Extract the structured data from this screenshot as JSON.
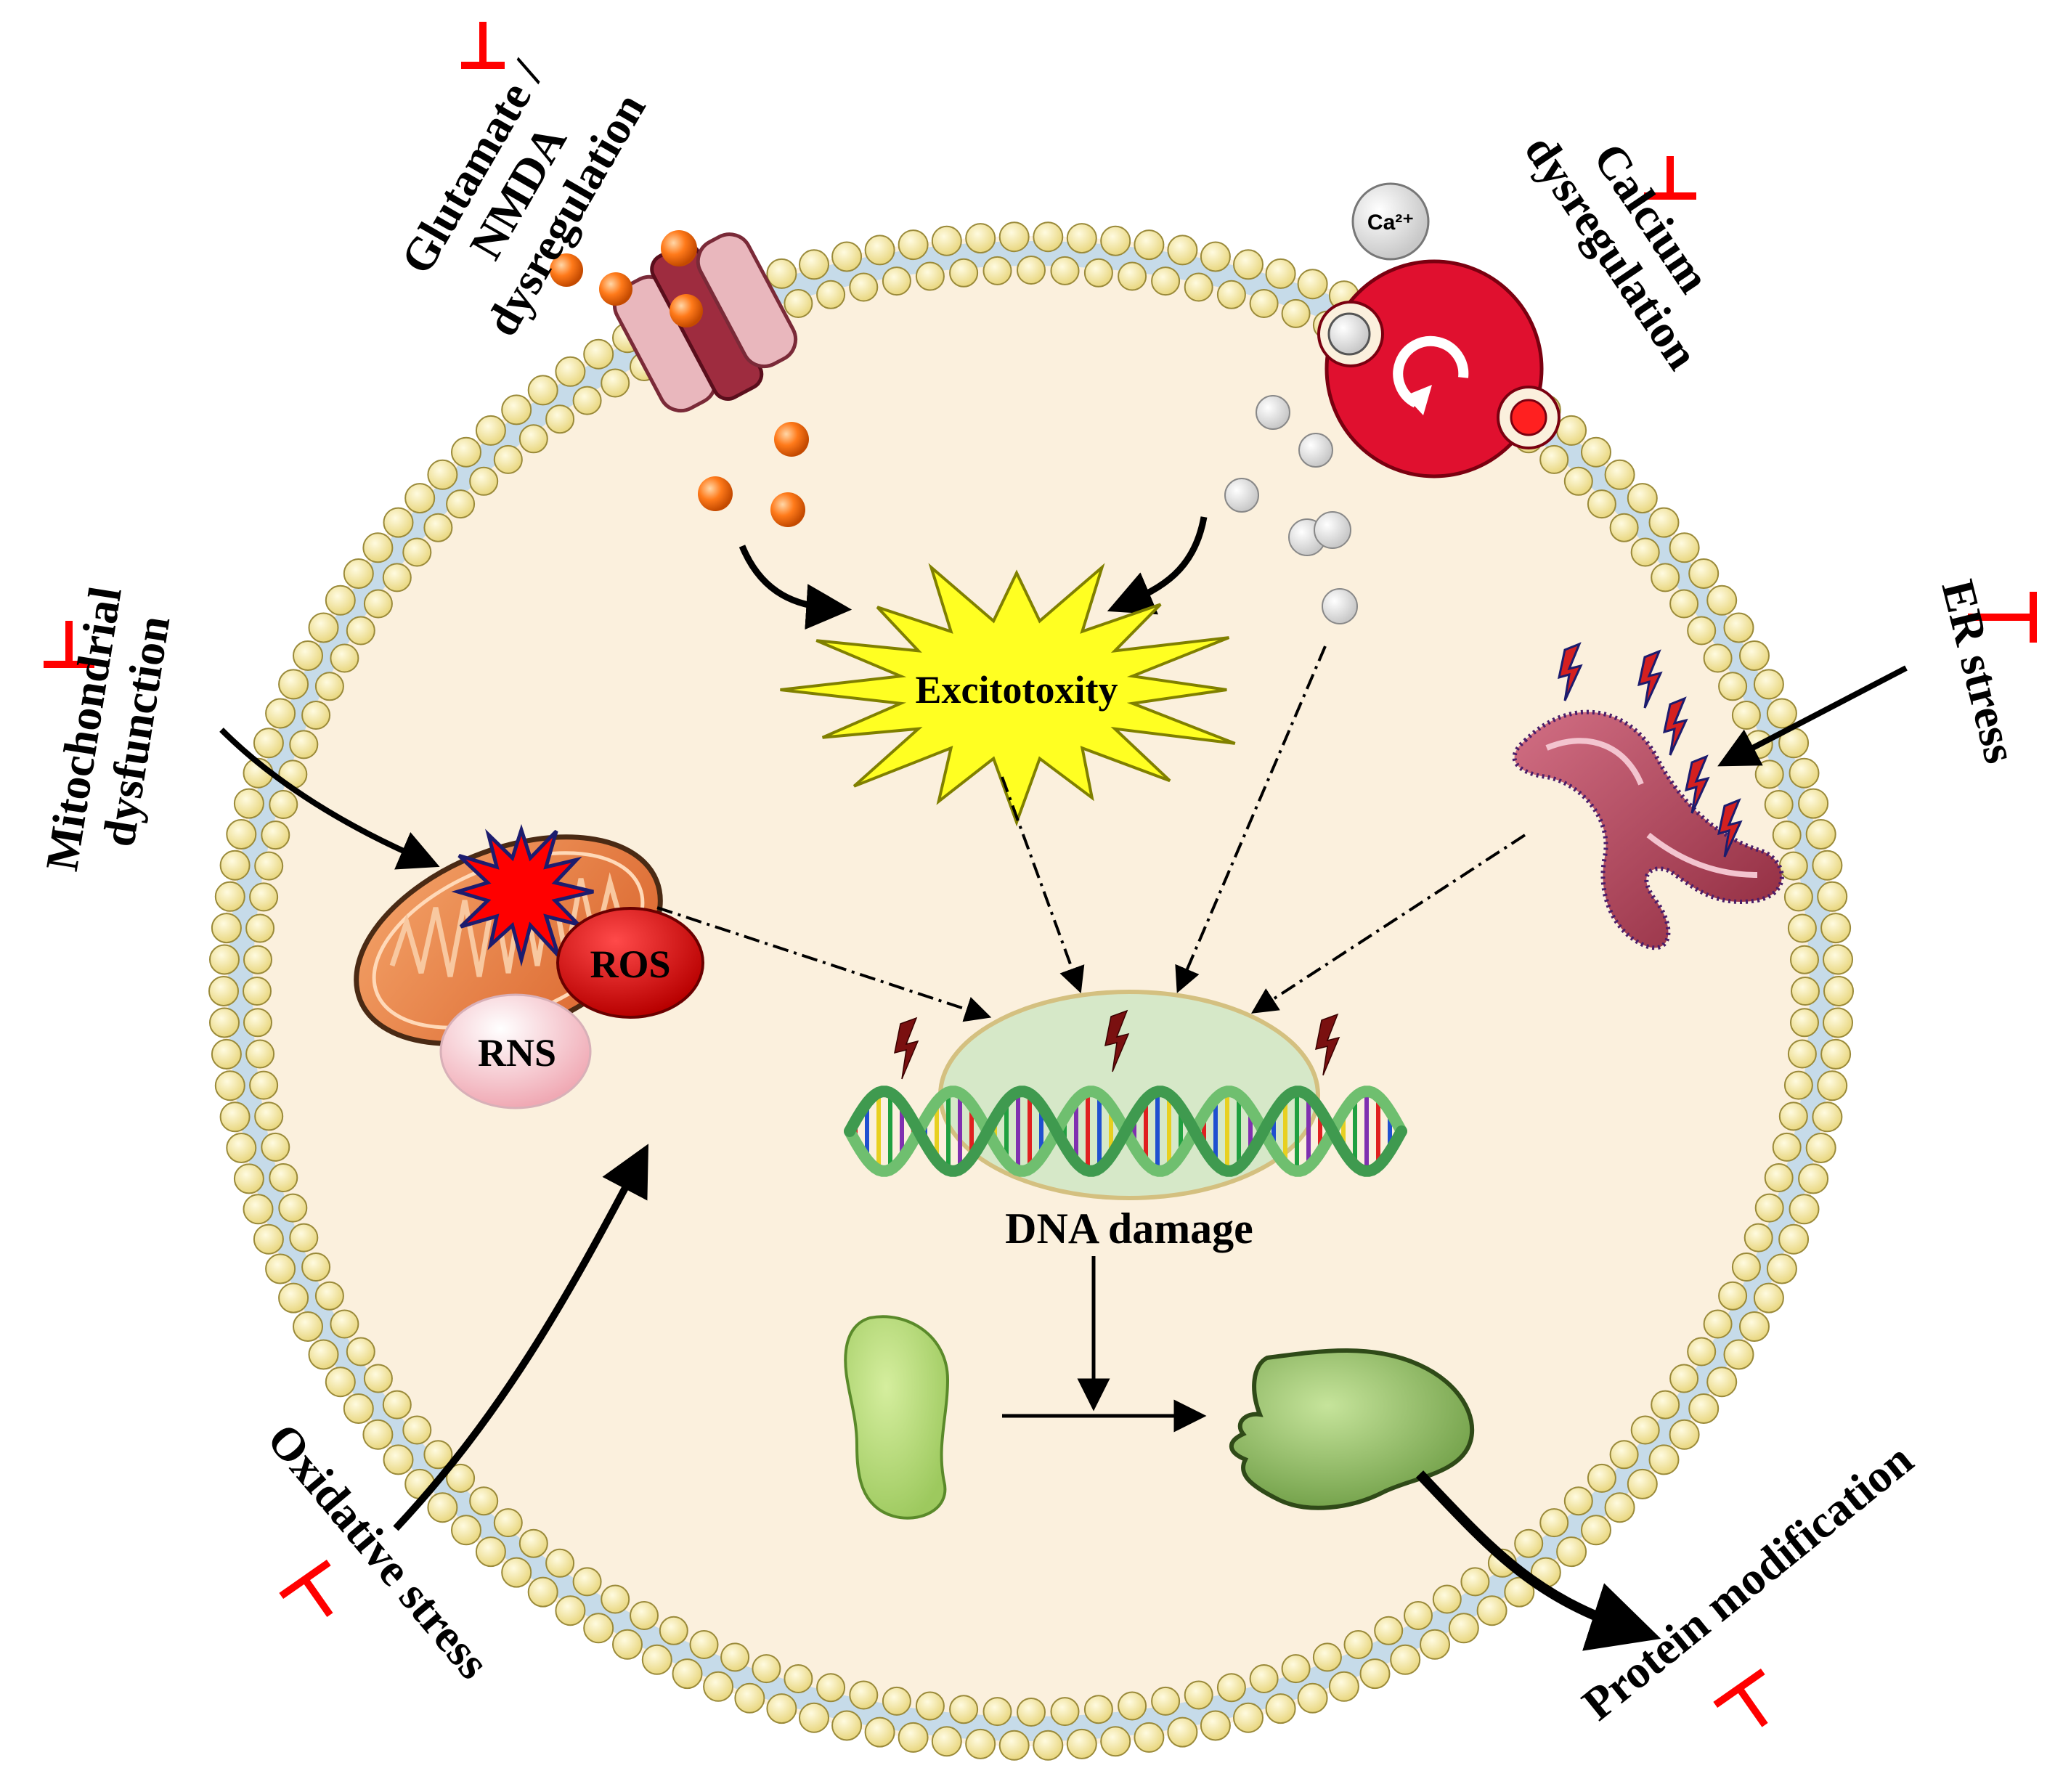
{
  "labels": {
    "glutamate": [
      "Glutamate /",
      "NMDA",
      "dysregulation"
    ],
    "calcium": [
      "Calcium",
      "dysregulation"
    ],
    "calcium_ion": "Ca²⁺",
    "er_stress": "ER stress",
    "mitochondrial": [
      "Mitochondrial",
      "dysfunction"
    ],
    "oxidative": "Oxidative stress",
    "protein_modification": "Protein modification",
    "excitotoxity": "Excitotoxity",
    "dna_damage": "DNA damage",
    "ros": "ROS",
    "rns": "RNS"
  },
  "colors": {
    "inhibitor": "#ff0000",
    "cytoplasm": "#fbf0dd",
    "lipid_head": "#f5ec9f",
    "membrane_band": "#c6dbe9",
    "excitotoxity_burst": "#ffff22",
    "ros": "#e00000",
    "rns": "#f4c6cc",
    "glutamate_ball": "#ff7a1a",
    "protein": "#a5cf6a"
  }
}
